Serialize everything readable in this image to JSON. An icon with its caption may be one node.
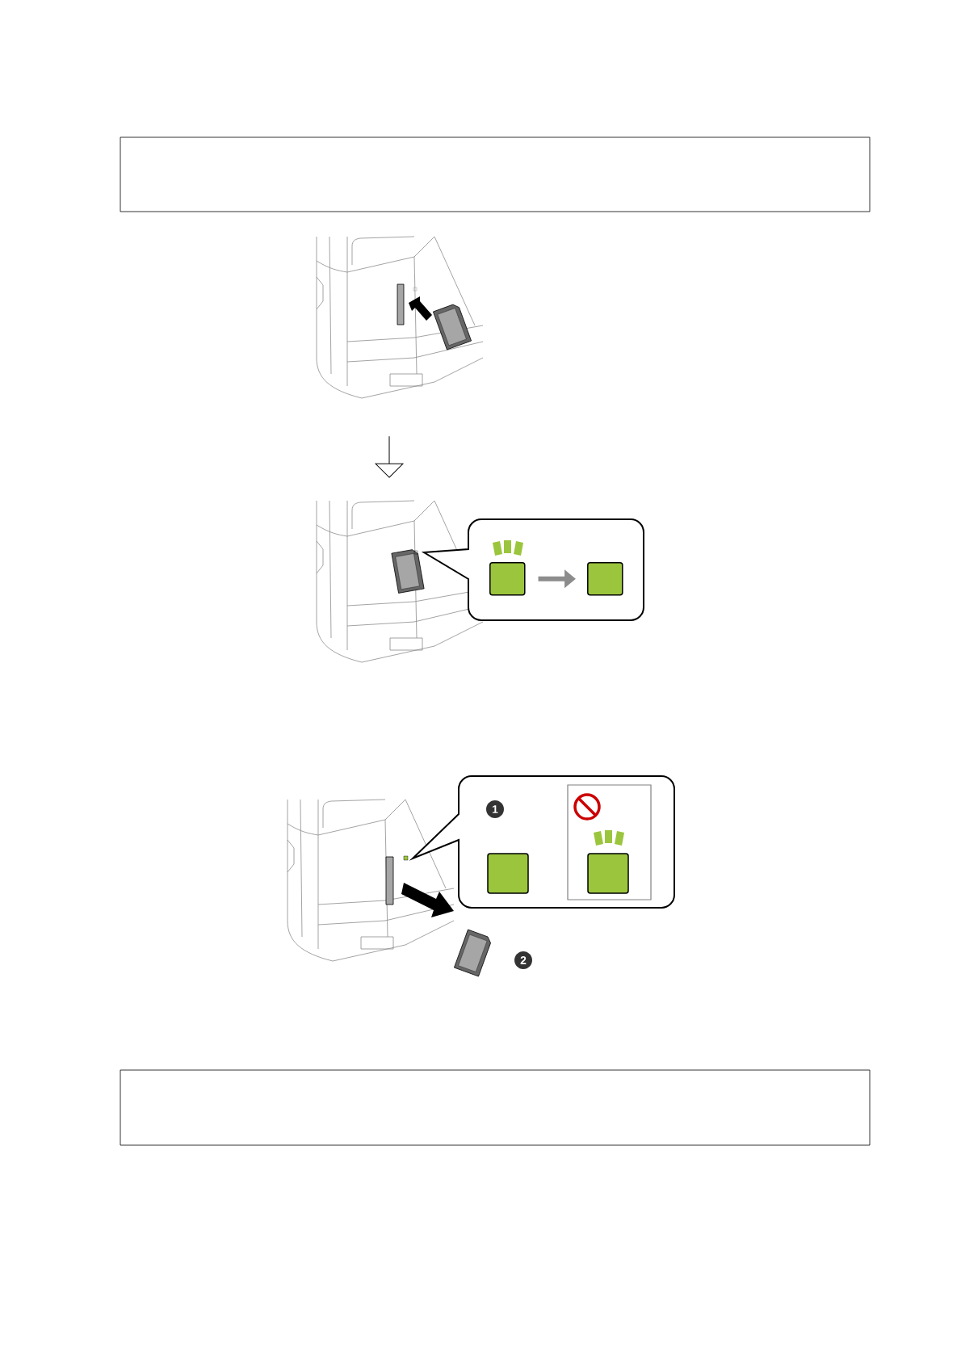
{
  "diagram": {
    "nodes": [
      {
        "text": [],
        "shape": "box"
      },
      {
        "text": [],
        "shape": "picture"
      },
      {
        "text": [],
        "shape": "picture"
      },
      {
        "text": [],
        "shape": "box",
        "in": 2
      },
      {
        "text": [],
        "shape": "box",
        "in": 2
      },
      {
        "text": [],
        "shape": "picture"
      },
      {
        "text": [],
        "shape": "box"
      }
    ],
    "edges": [
      {
        "from": 1,
        "to": 2,
        "arrow": "to"
      },
      {
        "from": 3,
        "to": 4,
        "arrow": "to",
        "color": "#8c8c8c",
        "style": "thick"
      }
    ],
    "labels": [
      "1",
      "2"
    ]
  }
}
